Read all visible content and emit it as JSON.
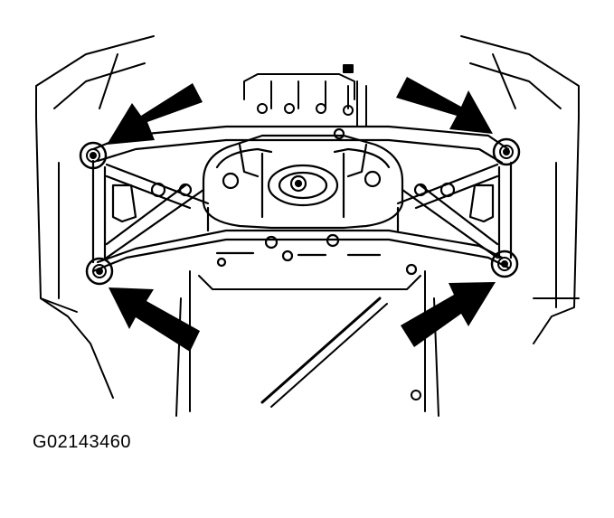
{
  "figure": {
    "id_label": "G02143460",
    "line_color": "#000000",
    "background": "#ffffff",
    "callouts": [
      {
        "name": "arrow-upper-left",
        "points_to": "upper-left-mount-bolt"
      },
      {
        "name": "arrow-upper-right",
        "points_to": "upper-right-mount-bolt"
      },
      {
        "name": "arrow-lower-left",
        "points_to": "lower-left-mount-bolt"
      },
      {
        "name": "arrow-lower-right",
        "points_to": "lower-right-mount-bolt"
      }
    ]
  }
}
